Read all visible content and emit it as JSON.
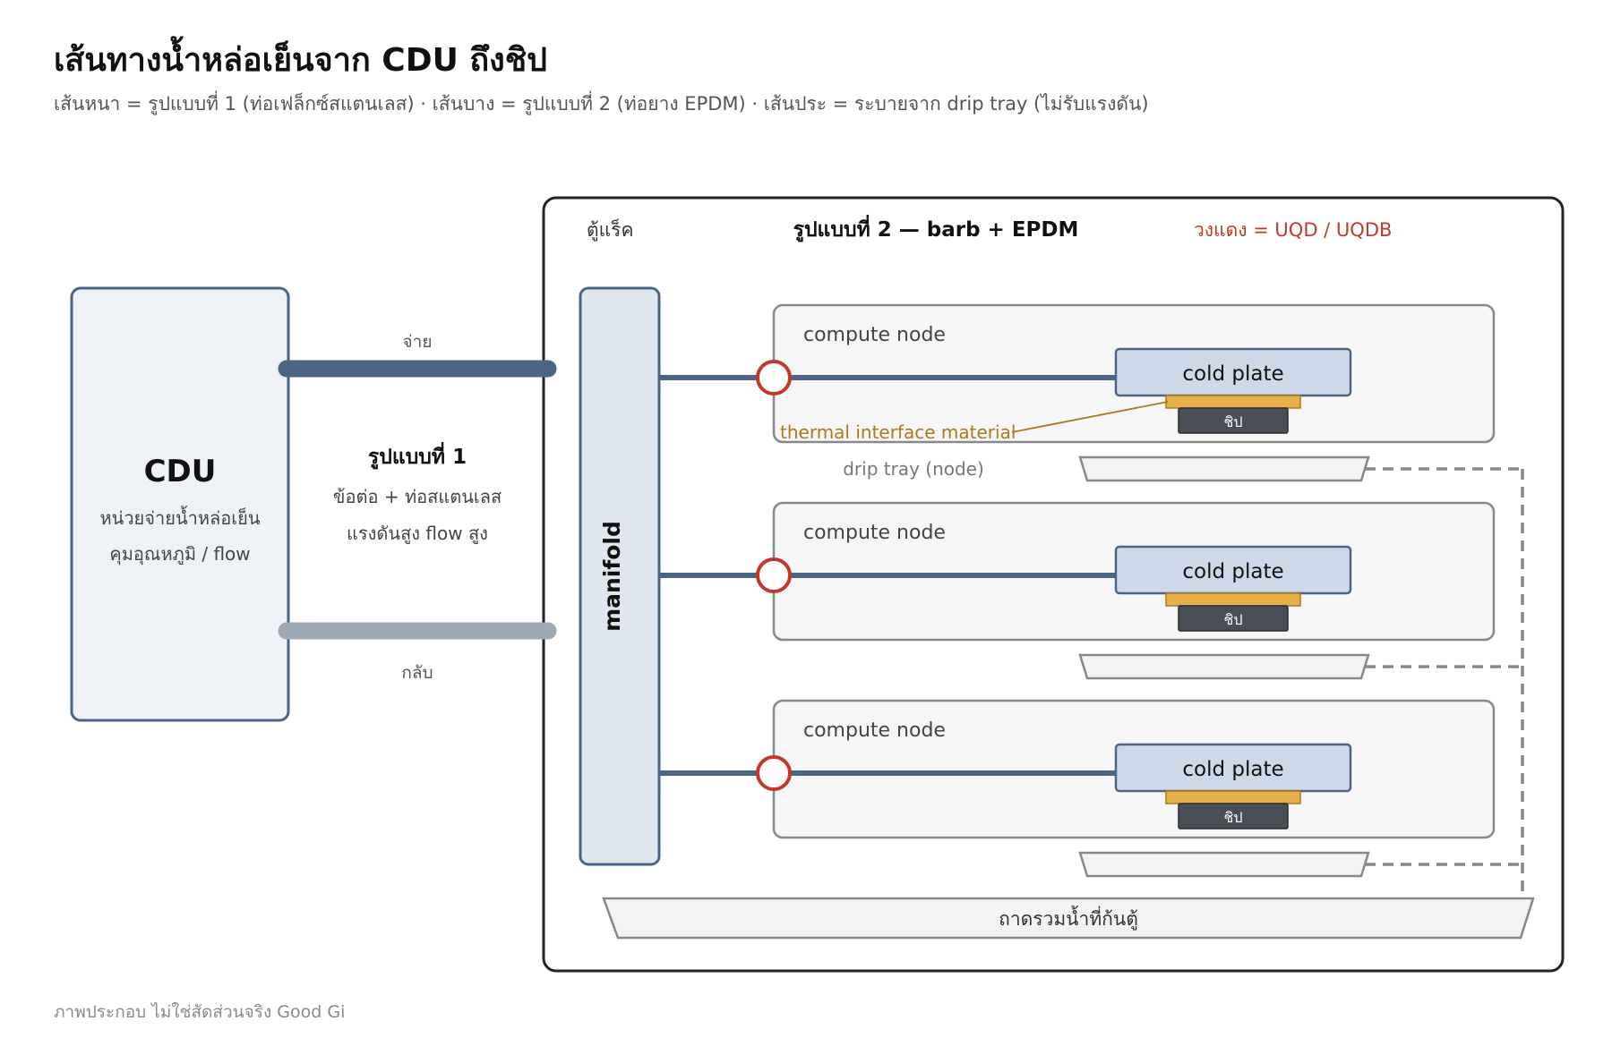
{
  "header": {
    "title": "เส้นทางน้ำหล่อเย็นจาก CDU ถึงชิป",
    "subtitle": "เส้นหนา = รูปแบบที่ 1 (ท่อเฟล็กซ์สแตนเลส) · เส้นบาง = รูปแบบที่ 2 (ท่อยาง EPDM) · เส้นประ = ระบายจาก drip tray (ไม่รับแรงดัน)"
  },
  "cdu": {
    "label": "CDU",
    "desc_line1": "หน่วยจ่ายน้ำหล่อเย็น",
    "desc_line2": "คุมอุณหภูมิ / flow"
  },
  "pipes": {
    "supply_label": "จ่าย",
    "return_label": "กลับ"
  },
  "pattern1": {
    "title": "รูปแบบที่ 1",
    "line1": "ข้อต่อ + ท่อสแตนเลส",
    "line2": "แรงดันสูง flow สูง"
  },
  "rack": {
    "label": "ตู้แร็ค",
    "pattern2_title": "รูปแบบที่ 2 — barb + EPDM",
    "legend_uqd": "วงแดง = UQD / UQDB",
    "manifold_label": "manifold",
    "basin_label": "ถาดรวมน้ำที่ก้นตู้",
    "drip_tray_label": "drip tray (node)",
    "tim_label": "thermal interface material"
  },
  "nodes": [
    {
      "label": "compute node",
      "cold_plate": "cold plate",
      "chip": "ชิป"
    },
    {
      "label": "compute node",
      "cold_plate": "cold plate",
      "chip": "ชิป"
    },
    {
      "label": "compute node",
      "cold_plate": "cold plate",
      "chip": "ชิป"
    }
  ],
  "footer": {
    "caption": "ภาพประกอบ ไม่ใช่สัดส่วนจริง Good Gi"
  },
  "colors": {
    "supply_pipe": "#4b6585",
    "return_pipe": "#9ea9b6",
    "uqd_ring": "#c0392b",
    "tim": "#e8b04a",
    "chip": "#4a4f57",
    "cold_plate": "#cdd9e8",
    "tim_label": "#a87a1c"
  }
}
